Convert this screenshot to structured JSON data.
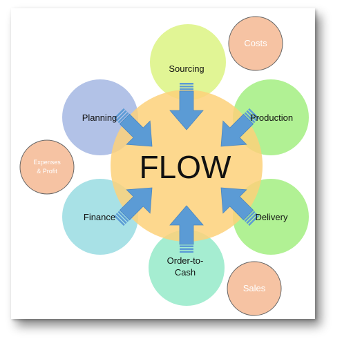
{
  "center": {
    "label": "FLOW",
    "color": "#fdd17a"
  },
  "nodes": {
    "sourcing": {
      "label": "Sourcing",
      "color": "#d9f27a"
    },
    "production": {
      "label": "Production",
      "color": "#9ded79"
    },
    "delivery": {
      "label": "Delivery",
      "color": "#9ded79"
    },
    "order_to_cash": {
      "line1": "Order-to-",
      "line2": "Cash",
      "color": "#8ee9c6"
    },
    "finance": {
      "label": "Finance",
      "color": "#92dae0"
    },
    "planning": {
      "label": "Planning",
      "color": "#9fb3e1"
    }
  },
  "side_nodes": {
    "costs": {
      "label": "Costs",
      "color": "#f6c3a3"
    },
    "expenses": {
      "line1": "Expenses",
      "line2": "& Profit",
      "color": "#f6c3a3"
    },
    "sales": {
      "label": "Sales",
      "color": "#f6c3a3"
    }
  },
  "arrow_color": "#5b9bd5"
}
